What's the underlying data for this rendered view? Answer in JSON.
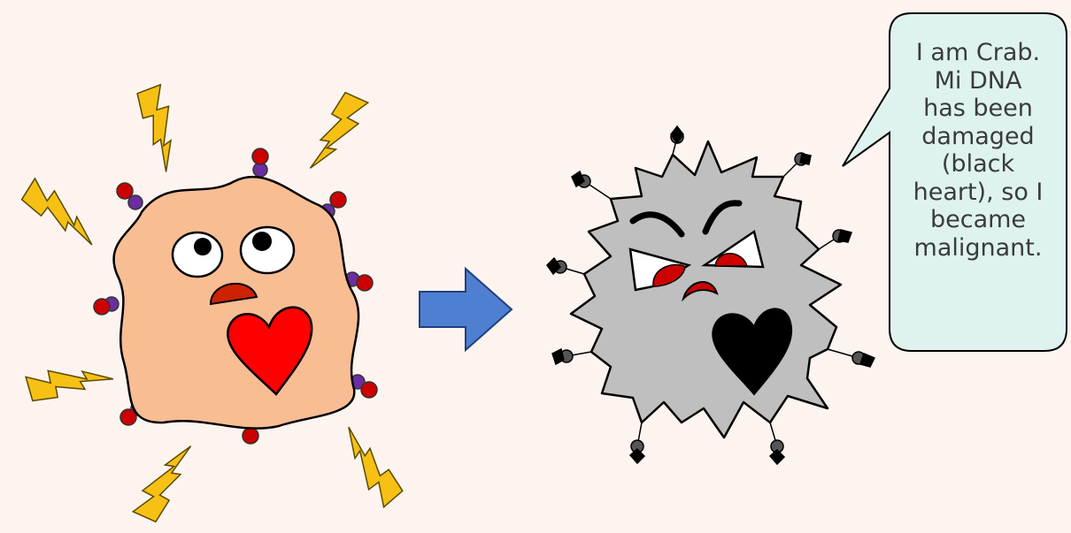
{
  "speech_bubble": {
    "lines": [
      "I am Crab.",
      "Mi DNA",
      "has been",
      "damaged",
      "(black",
      "heart), so I",
      "became",
      "malignant."
    ]
  },
  "colors": {
    "background": "#fdf4ef",
    "healthy_cell": "#f8bd93",
    "healthy_heart": "#ff0000",
    "cancer_cell": "#bfbfbf",
    "cancer_heart": "#000000",
    "arrow": "#4f7fd0",
    "lightning": "#f7c014",
    "bubble": "#def3ef",
    "receptor_red": "#cc0000",
    "receptor_purple": "#6a2ea0"
  },
  "icons": [
    "lightning-bolt-icon",
    "right-arrow-icon",
    "heart-icon",
    "speech-bubble-icon"
  ]
}
